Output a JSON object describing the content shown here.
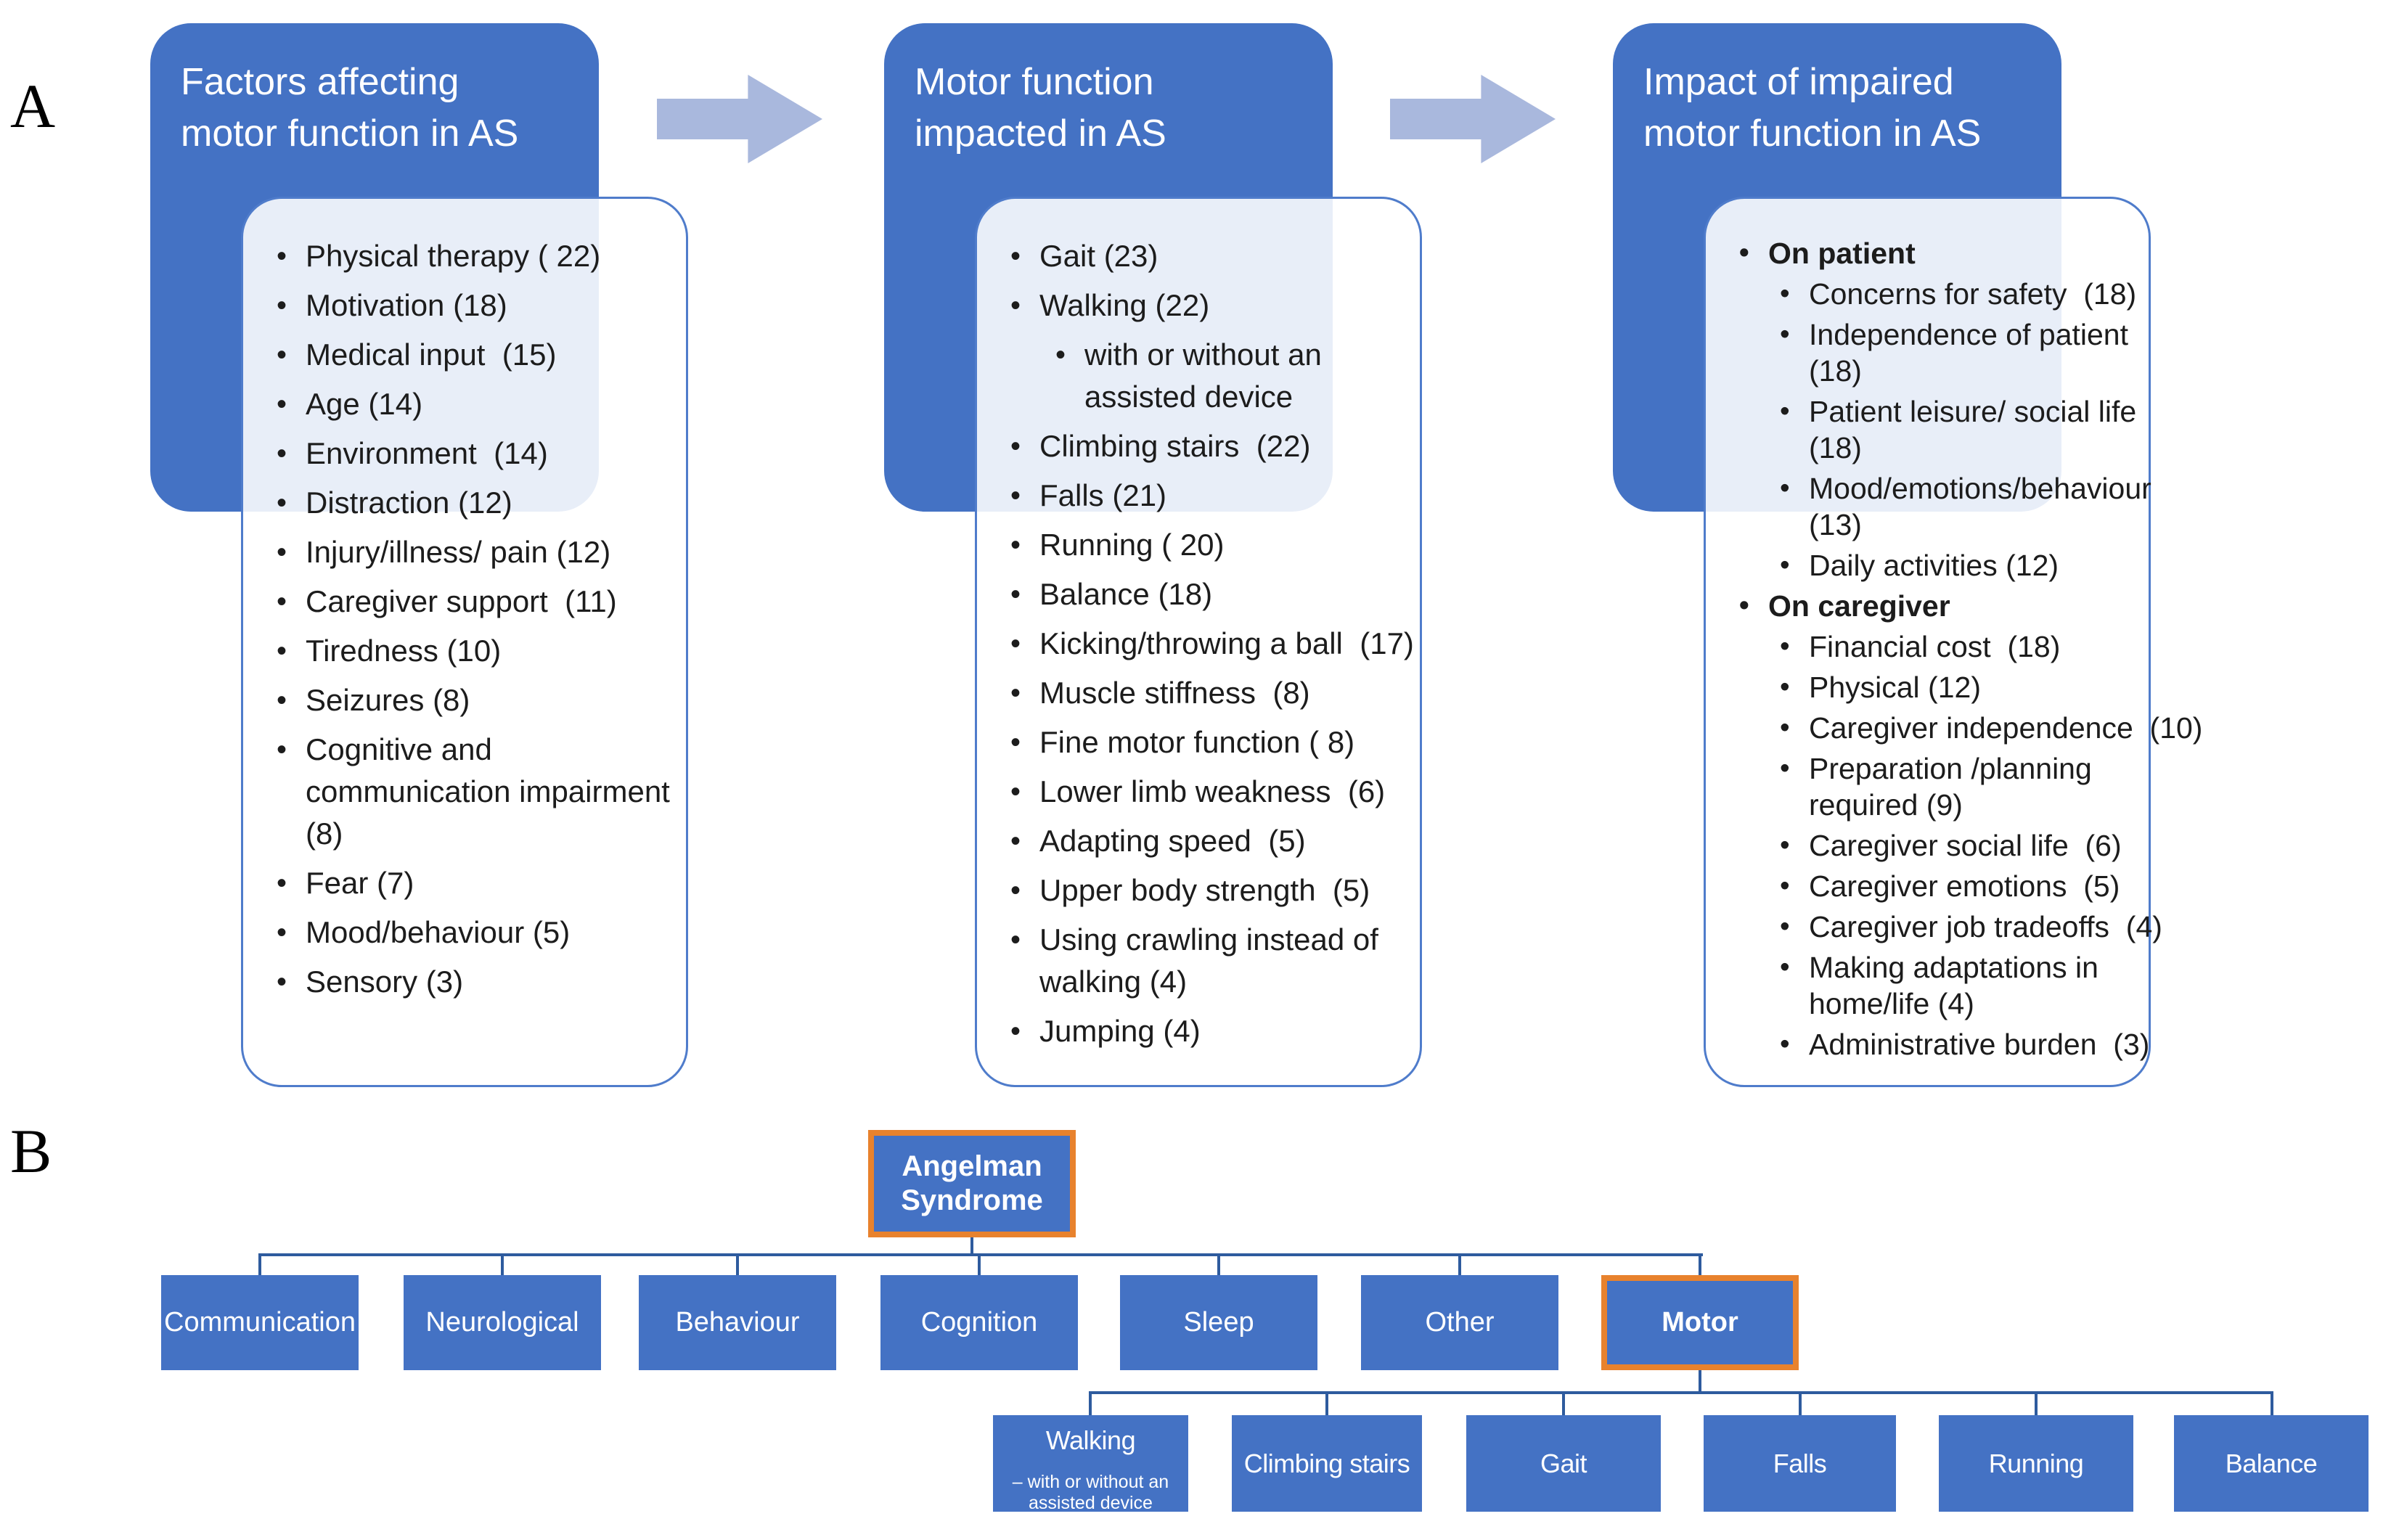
{
  "colors": {
    "node_blue": "#4472c4",
    "connector": "#2e5b9e",
    "highlight_orange": "#e8822d",
    "list_border": "#4f7ccb",
    "arrow": "#a9b8dd"
  },
  "panel_a": {
    "label": "A",
    "columns": [
      {
        "header_lines": [
          "Factors affecting",
          "motor function in AS"
        ],
        "items": [
          {
            "lines": [
              "Physical therapy ( 22)"
            ]
          },
          {
            "lines": [
              "Motivation (18)"
            ]
          },
          {
            "lines": [
              "Medical input  (15)"
            ]
          },
          {
            "lines": [
              "Age (14)"
            ]
          },
          {
            "lines": [
              "Environment  (14)"
            ]
          },
          {
            "lines": [
              "Distraction (12)"
            ]
          },
          {
            "lines": [
              "Injury/illness/ pain (12)"
            ]
          },
          {
            "lines": [
              "Caregiver support  (11)"
            ]
          },
          {
            "lines": [
              "Tiredness (10)"
            ]
          },
          {
            "lines": [
              "Seizures (8)"
            ]
          },
          {
            "lines": [
              "Cognitive and",
              "communication impairment",
              "(8)"
            ]
          },
          {
            "lines": [
              "Fear (7)"
            ]
          },
          {
            "lines": [
              "Mood/behaviour (5)"
            ]
          },
          {
            "lines": [
              "Sensory (3)"
            ]
          }
        ]
      },
      {
        "header_lines": [
          "Motor function",
          "impacted in AS"
        ],
        "items": [
          {
            "lines": [
              "Gait (23)"
            ]
          },
          {
            "lines": [
              "Walking (22)"
            ]
          },
          {
            "level": 2,
            "lines": [
              "with or without an",
              "assisted device"
            ]
          },
          {
            "lines": [
              "Climbing stairs  (22)"
            ]
          },
          {
            "lines": [
              "Falls (21)"
            ]
          },
          {
            "lines": [
              "Running ( 20)"
            ]
          },
          {
            "lines": [
              "Balance (18)"
            ]
          },
          {
            "lines": [
              "Kicking/throwing a ball  (17)"
            ]
          },
          {
            "lines": [
              "Muscle stiffness  (8)"
            ]
          },
          {
            "lines": [
              "Fine motor function ( 8)"
            ]
          },
          {
            "lines": [
              "Lower limb weakness  (6)"
            ]
          },
          {
            "lines": [
              "Adapting speed  (5)"
            ]
          },
          {
            "lines": [
              "Upper body strength  (5)"
            ]
          },
          {
            "lines": [
              "Using crawling instead of",
              "walking (4)"
            ]
          },
          {
            "lines": [
              "Jumping (4)"
            ]
          }
        ]
      },
      {
        "header_lines": [
          "Impact of impaired",
          "motor function in AS"
        ],
        "items": [
          {
            "bold": true,
            "lines": [
              "On patient"
            ]
          },
          {
            "level": 2,
            "lines": [
              "Concerns for safety  (18)"
            ]
          },
          {
            "level": 2,
            "lines": [
              "Independence of patient",
              "(18)"
            ]
          },
          {
            "level": 2,
            "lines": [
              "Patient leisure/ social life",
              "(18)"
            ]
          },
          {
            "level": 2,
            "lines": [
              "Mood/emotions/behaviour",
              "(13)"
            ]
          },
          {
            "level": 2,
            "lines": [
              "Daily activities (12)"
            ]
          },
          {
            "bold": true,
            "lines": [
              "On caregiver"
            ]
          },
          {
            "level": 2,
            "lines": [
              "Financial cost  (18)"
            ]
          },
          {
            "level": 2,
            "lines": [
              "Physical (12)"
            ]
          },
          {
            "level": 2,
            "lines": [
              "Caregiver independence  (10)"
            ]
          },
          {
            "level": 2,
            "lines": [
              "Preparation /planning",
              "required (9)"
            ]
          },
          {
            "level": 2,
            "lines": [
              "Caregiver social life  (6)"
            ]
          },
          {
            "level": 2,
            "lines": [
              "Caregiver emotions  (5)"
            ]
          },
          {
            "level": 2,
            "lines": [
              "Caregiver job tradeoffs  (4)"
            ]
          },
          {
            "level": 2,
            "lines": [
              "Making adaptations in",
              "home/life (4)"
            ]
          },
          {
            "level": 2,
            "lines": [
              "Administrative burden  (3)"
            ]
          }
        ]
      }
    ]
  },
  "panel_b": {
    "label": "B",
    "root": {
      "lines": [
        "Angelman",
        "Syndrome"
      ],
      "highlight": true
    },
    "level1": [
      {
        "label": "Communication"
      },
      {
        "label": "Neurological"
      },
      {
        "label": "Behaviour"
      },
      {
        "label": "Cognition"
      },
      {
        "label": "Sleep"
      },
      {
        "label": "Other"
      },
      {
        "label": "Motor",
        "highlight": true
      }
    ],
    "level2": [
      {
        "label": "Walking",
        "sublines": [
          "– with or without an",
          "assisted device"
        ]
      },
      {
        "label": "Climbing stairs"
      },
      {
        "label": "Gait"
      },
      {
        "label": "Falls"
      },
      {
        "label": "Running"
      },
      {
        "label": "Balance"
      }
    ]
  }
}
